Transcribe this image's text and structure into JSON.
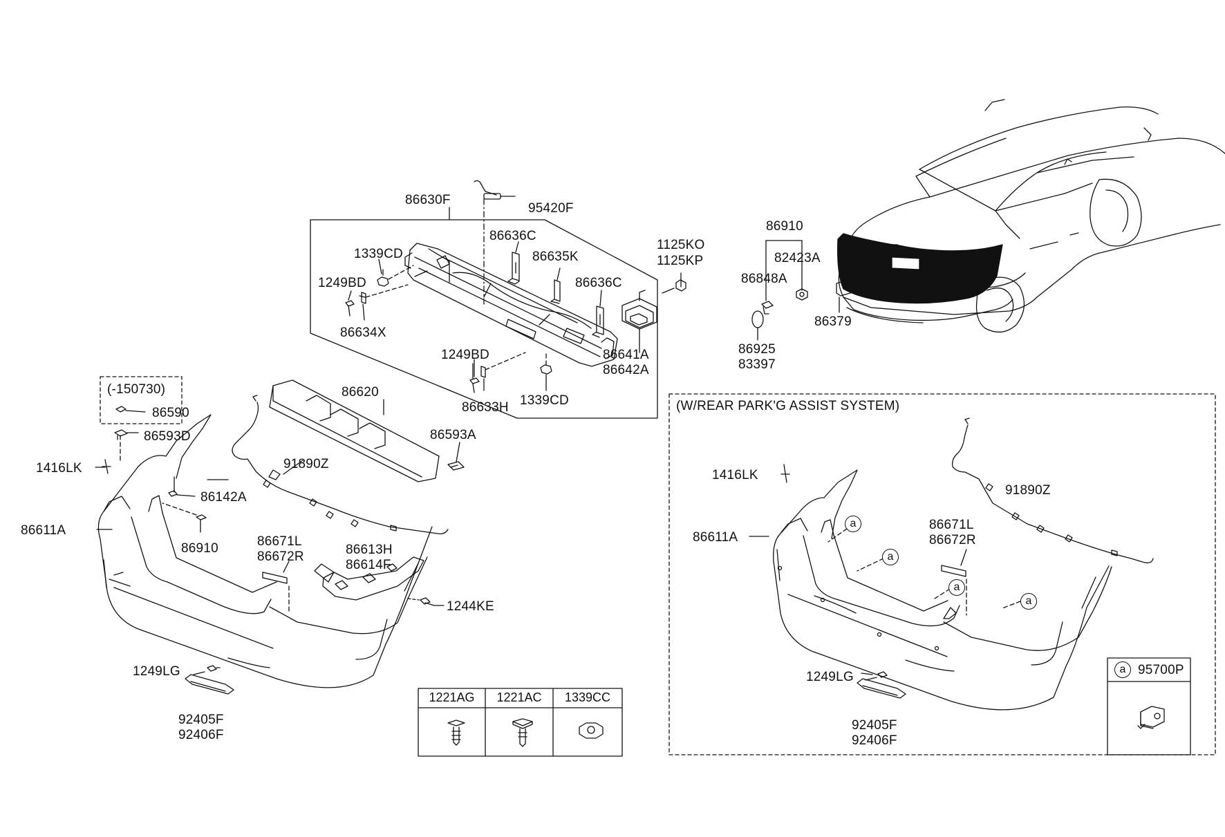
{
  "labels": {
    "p86630F": "86630F",
    "p95420F": "95420F",
    "p86636C_a": "86636C",
    "p1339CD_a": "1339CD",
    "p86635K": "86635K",
    "p86636C_b": "86636C",
    "p1125KO": "1125KO",
    "p1125KP": "1125KP",
    "p1249BD_a": "1249BD",
    "p86634X": "86634X",
    "p1249BD_b": "1249BD",
    "p86641A": "86641A",
    "p86642A": "86642A",
    "p86633H": "86633H",
    "p1339CD_b": "1339CD",
    "p150730": "(-150730)",
    "p86590": "86590",
    "p86620": "86620",
    "p86593D": "86593D",
    "p86593A": "86593A",
    "p1416LK_a": "1416LK",
    "p91890Z_a": "91890Z",
    "p86142A": "86142A",
    "p86611A_a": "86611A",
    "p86910_a": "86910",
    "p86671L_a": "86671L",
    "p86672R_a": "86672R",
    "p86613H": "86613H",
    "p86614F": "86614F",
    "p1244KE": "1244KE",
    "p1249LG_a": "1249LG",
    "p92405F_a": "92405F",
    "p92406F_a": "92406F",
    "p86910_b": "86910",
    "p82423A": "82423A",
    "p86848A": "86848A",
    "p86379": "86379",
    "p86925": "86925",
    "p83397": "83397",
    "assist_title": "(W/REAR PARK'G ASSIST SYSTEM)",
    "p1416LK_b": "1416LK",
    "p91890Z_b": "91890Z",
    "p86611A_b": "86611A",
    "p86671L_b": "86671L",
    "p86672R_b": "86672R",
    "p1249LG_b": "1249LG",
    "p92405F_b": "92405F",
    "p92406F_b": "92406F",
    "p95700P": "95700P",
    "callout": "a"
  },
  "fastener_table": {
    "headers": [
      "1221AG",
      "1221AC",
      "1339CC"
    ]
  }
}
